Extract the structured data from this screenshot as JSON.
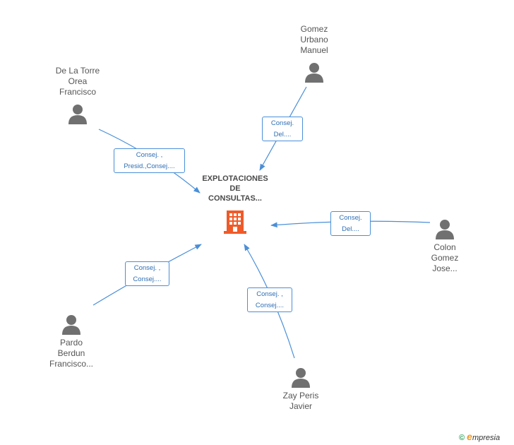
{
  "company": {
    "name_lines": [
      "EXPLOTACIONES",
      "DE",
      "CONSULTAS..."
    ],
    "icon": "building-icon",
    "color": "#f05a28"
  },
  "people": [
    {
      "id": "gomez-urbano",
      "name_lines": [
        "Gomez",
        "Urbano",
        "Manuel"
      ],
      "icon": "person-icon"
    },
    {
      "id": "de-la-torre",
      "name_lines": [
        "De La Torre",
        "Orea",
        "Francisco"
      ],
      "icon": "person-icon"
    },
    {
      "id": "colon-gomez",
      "name_lines": [
        "Colon",
        "Gomez",
        "Jose..."
      ],
      "icon": "person-icon"
    },
    {
      "id": "pardo-berdun",
      "name_lines": [
        "Pardo",
        "Berdun",
        "Francisco..."
      ],
      "icon": "person-icon"
    },
    {
      "id": "zay-peris",
      "name_lines": [
        "Zay Peris",
        "Javier"
      ],
      "icon": "person-icon"
    }
  ],
  "roles": [
    {
      "id": "gomez-urbano",
      "lines": [
        "Consej.",
        "Del...."
      ]
    },
    {
      "id": "de-la-torre",
      "lines": [
        "Consej. ,",
        "Presid.,Consej...."
      ]
    },
    {
      "id": "colon-gomez",
      "lines": [
        "Consej.",
        "Del...."
      ]
    },
    {
      "id": "pardo-berdun",
      "lines": [
        "Consej. ,",
        "Consej...."
      ]
    },
    {
      "id": "zay-peris",
      "lines": [
        "Consej. ,",
        "Consej...."
      ]
    }
  ],
  "colors": {
    "person_icon": "#707070",
    "edge": "#4a8fd8",
    "role_text": "#2f6fb5"
  },
  "brand": {
    "copyright": "©",
    "e_letter": "e",
    "rest": "mpresia"
  }
}
